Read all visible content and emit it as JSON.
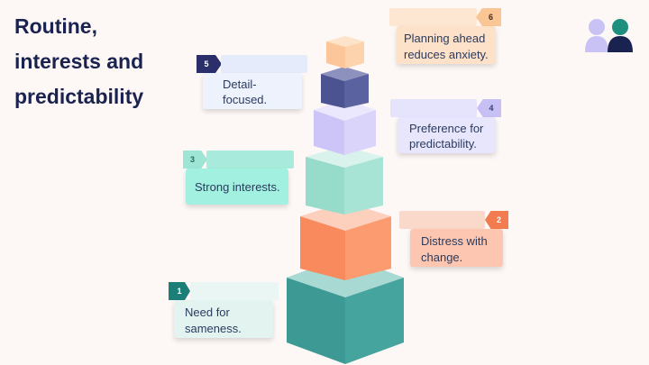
{
  "title_lines": [
    "Routine,",
    "interests and",
    "predictability"
  ],
  "icon": "people-group-icon",
  "colors": {
    "title": "#1a2350",
    "text": "#2b3b5e",
    "teal": "#3f9a93",
    "orange": "#f98d63",
    "mint": "#a0e2d2",
    "lavender": "#d4cdf9",
    "navy": "#525a93",
    "peach": "#fdcfa5"
  },
  "items": [
    {
      "number": "1",
      "lines": [
        "Need for",
        "sameness."
      ]
    },
    {
      "number": "2",
      "lines": [
        "Distress with",
        "change."
      ]
    },
    {
      "number": "3",
      "lines": [
        "Strong interests."
      ]
    },
    {
      "number": "4",
      "lines": [
        "Preference for",
        "predictability."
      ]
    },
    {
      "number": "5",
      "lines": [
        "Detail-",
        "focused."
      ]
    },
    {
      "number": "6",
      "lines": [
        "Planning ahead",
        "reduces anxiety."
      ]
    }
  ]
}
